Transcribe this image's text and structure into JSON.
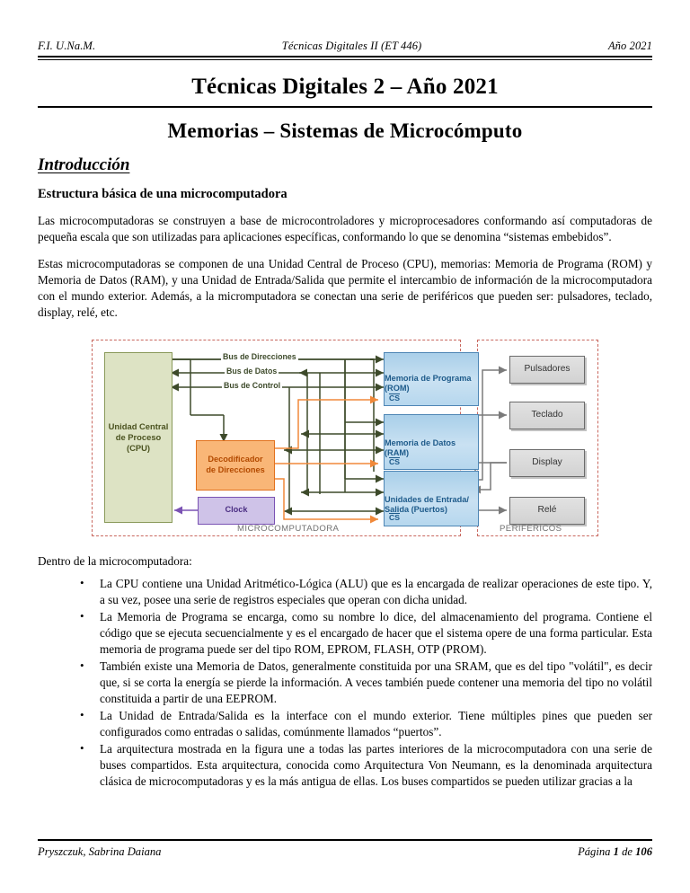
{
  "header": {
    "left": "F.I. U.Na.M.",
    "center": "Técnicas Digitales II (ET 446)",
    "right": "Año 2021"
  },
  "titles": {
    "main": "Técnicas Digitales 2 – Año 2021",
    "sub": "Memorias – Sistemas de Microcómputo"
  },
  "sections": {
    "intro_heading": "Introducción",
    "sub_heading": "Estructura básica de una microcomputadora"
  },
  "paragraphs": {
    "p1": "Las microcomputadoras se construyen a base de microcontroladores y microprocesadores conformando así computadoras de pequeña escala que son utilizadas para aplicaciones específicas, conformando lo que se denomina “sistemas embebidos”.",
    "p2": "Estas microcomputadoras se componen de una Unidad Central de Proceso (CPU), memorias: Memoria de Programa (ROM) y Memoria de Datos (RAM), y una Unidad de Entrada/Salida que permite el intercambio de información de la microcomputadora con el mundo exterior. Además, a la micromputadora se conectan una serie de periféricos que pueden ser: pulsadores, teclado, display, relé, etc.",
    "lead_list": "Dentro de la microcomputadora:"
  },
  "bullets": [
    "La CPU contiene una Unidad Aritmético-Lógica (ALU) que es la encargada de realizar operaciones de este tipo. Y, a su vez, posee una serie de registros especiales que operan con dicha unidad.",
    "La Memoria de Programa se encarga, como su nombre lo dice, del almacenamiento del programa. Contiene el código que se ejecuta secuencialmente y es el encargado de hacer que el sistema opere de una forma particular. Esta memoria de programa puede ser del tipo ROM, EPROM, FLASH, OTP (PROM).",
    "También existe una Memoria de Datos, generalmente constituida por una SRAM, que es del tipo \"volátil\", es decir que, si se corta la energía se pierde la información. A veces también puede contener una memoria del tipo no volátil constituida a partir de una EEPROM.",
    "La Unidad de Entrada/Salida es la interface con el mundo exterior. Tiene múltiples pines que pueden ser configurados como entradas o salidas, comúnmente llamados “puertos”.",
    "La arquitectura mostrada en la figura une a todas las partes interiores de la microcomputadora con una serie de buses compartidos. Esta arquitectura, conocida como Arquitectura Von Neumann, es la denominada arquitectura clásica de microcomputadoras y es la más antigua de ellas. Los buses compartidos se pueden utilizar gracias a la"
  ],
  "figure": {
    "zone_micro": "MICROCOMPUTADORA",
    "zone_periph": "PERIFÉRICOS",
    "bus_address": "Bus de Direcciones",
    "bus_data": "Bus de Datos",
    "bus_control": "Bus de Control",
    "cpu_line1": "Unidad Central",
    "cpu_line2": "de Proceso",
    "cpu_line3": "(CPU)",
    "decoder_line1": "Decodificador",
    "decoder_line2": "de Direcciones",
    "clock": "Clock",
    "rom_line1": "Memoria de Programa",
    "rom_line2": "(ROM)",
    "ram_line1": "Memoria de Datos",
    "ram_line2": "(RAM)",
    "io_line1": "Unidades de Entrada/",
    "io_line2": "Salida (Puertos)",
    "cs": "CS",
    "peripherals": [
      "Pulsadores",
      "Teclado",
      "Display",
      "Relé"
    ],
    "colors": {
      "dashed_border": "#c9685f",
      "cpu_fill": "#dde3c4",
      "cpu_border": "#8a9a5b",
      "decoder_fill": "#f9b677",
      "decoder_border": "#e2711d",
      "clock_fill": "#cfc3e8",
      "clock_border": "#7a52b3",
      "memory_fill": "#b6d7ee",
      "memory_border": "#4e86b5",
      "peripheral_fill": "#d9d9d9",
      "peripheral_border": "#6b6b6b",
      "bus_line": "#3d4a2a",
      "cs_line": "#f0893a",
      "peripheral_line": "#7a7a7a"
    }
  },
  "footer": {
    "author": "Pryszczuk, Sabrina Daiana",
    "page_prefix": "Página",
    "page_number": "1",
    "page_of": "de",
    "page_total": "106"
  }
}
